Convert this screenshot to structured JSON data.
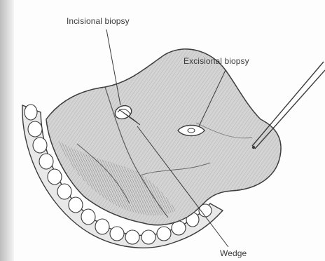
{
  "figure": {
    "labels": {
      "incisional": "Incisional biopsy",
      "excisional": "Excisional biopsy",
      "wedge": "Wedge"
    },
    "colors": {
      "ink": "#3a3a3a",
      "tongue_fill": "#cfcfcf",
      "shade": "#8a8a8a",
      "paper": "#fdfdfd"
    }
  }
}
